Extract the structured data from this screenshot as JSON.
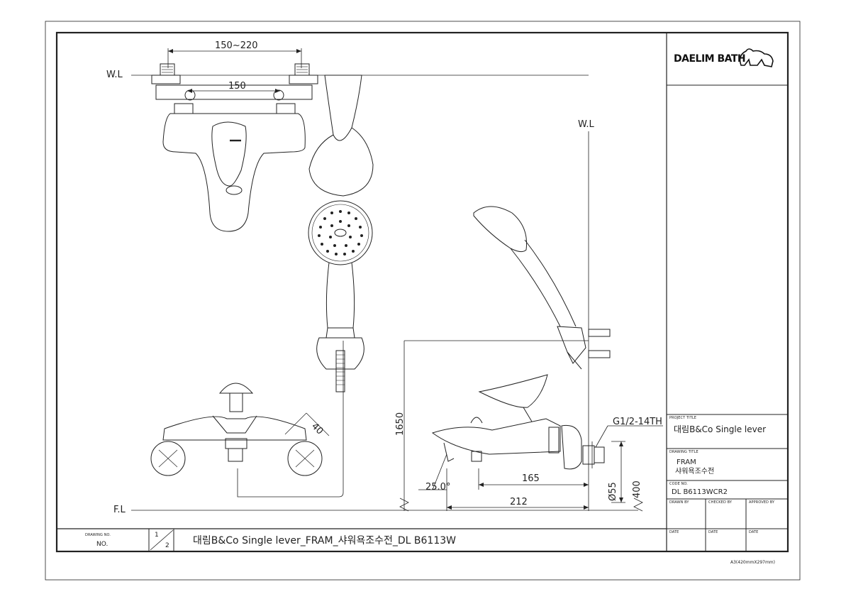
{
  "logo": {
    "text": "DAELIM BATH",
    "color": "#111111"
  },
  "levels": {
    "water_line_top": "W.L",
    "water_line_side": "W.L",
    "floor_line": "F.L"
  },
  "dimensions": {
    "pipe_center_range": "150~220",
    "pipe_center": "150",
    "lever_angle": "40",
    "height": "1650",
    "thread_spec": "G1/2-14TH",
    "spout_reach": "165",
    "overall_depth": "212",
    "spout_angle": "25.0°",
    "connection_diameter": "Ø55",
    "wall_height": "400"
  },
  "title_block": {
    "project_title_label": "PROJECT TITLE",
    "project_title": "대림B&Co Single lever",
    "drawing_title_label": "DRAWING TITLE",
    "drawing_title_line1": "FRAM",
    "drawing_title_line2": "샤워욕조수전",
    "code_no_label": "CODE NO.",
    "code_no": "DL B6113WCR2",
    "drawn_by_label": "DRAWN BY",
    "checked_by_label": "CHECKED BY",
    "approved_by_label": "APPROVED BY",
    "date_label_1": "DATE",
    "date_label_2": "DATE",
    "date_label_3": "DATE"
  },
  "bottom_bar": {
    "drawing_no_label": "DRAWING NO.",
    "drawing_no": "NO.",
    "sheet_numerator": "1",
    "sheet_denominator": "2",
    "full_title": "대림B&Co Single lever_FRAM_샤워욕조수전_DL B6113W"
  },
  "paper_size": "A3(420mmX297mm)"
}
